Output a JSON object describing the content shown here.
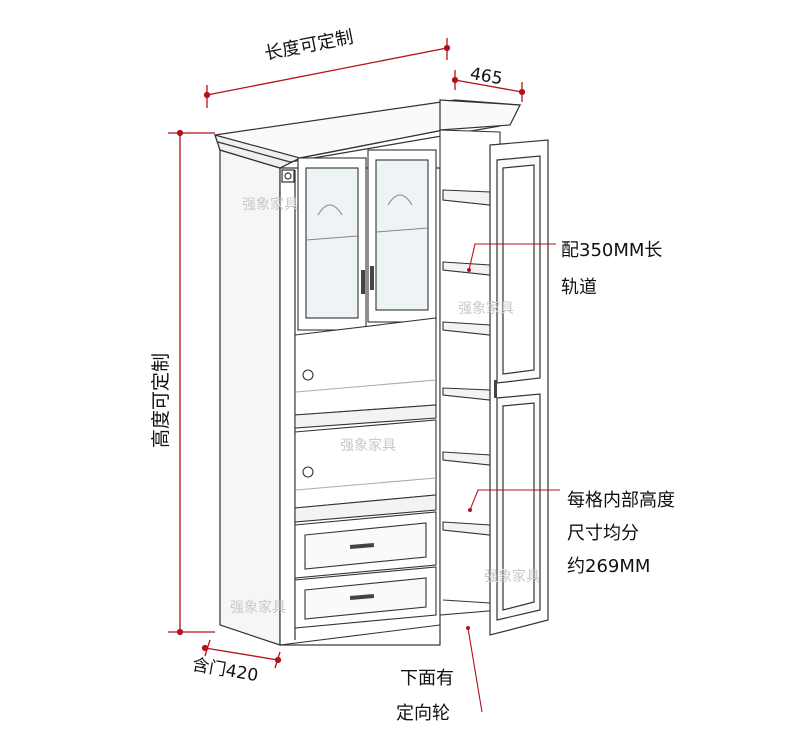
{
  "dimensions": {
    "length_label": "长度可定制",
    "depth_label": "465",
    "height_label": "高度可定制",
    "door_depth_label": "含门420"
  },
  "annotations": {
    "rail_line1": "配350MM长",
    "rail_line2": "轨道",
    "shelf_line1": "每格内部高度",
    "shelf_line2": "尺寸均分",
    "shelf_line3": "约269MM",
    "wheel_line1": "下面有",
    "wheel_line2": "定向轮"
  },
  "watermark": "强象家具",
  "colors": {
    "dimension": "#b3121a",
    "outline": "#333333",
    "cabinet_fill": "#ffffff",
    "glass": "#eef3f6"
  }
}
